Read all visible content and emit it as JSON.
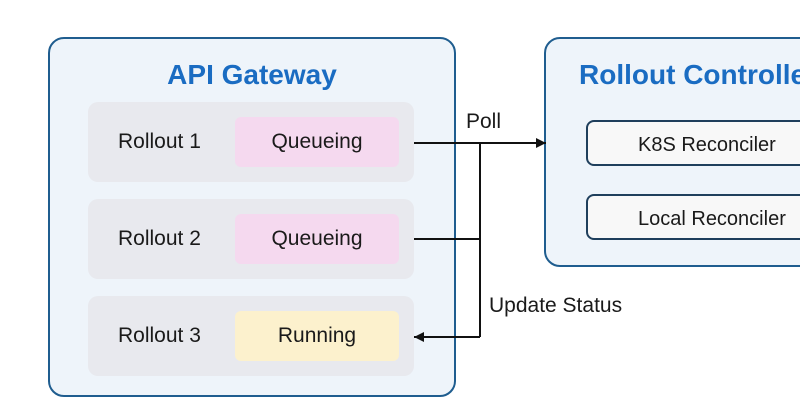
{
  "gateway": {
    "title": "API Gateway",
    "rollouts": [
      {
        "name": "Rollout 1",
        "state": "Queueing"
      },
      {
        "name": "Rollout 2",
        "state": "Queueing"
      },
      {
        "name": "Rollout 3",
        "state": "Running"
      }
    ]
  },
  "controller": {
    "title": "Rollout Controller",
    "reconcilers": [
      "K8S Reconciler",
      "Local Reconciler"
    ]
  },
  "edges": {
    "poll": "Poll",
    "update_status": "Update Status"
  },
  "colors": {
    "panel_border": "#1f5d8f",
    "panel_fill": "#eef4fa",
    "title": "#1a6cc2",
    "queueing": "#f5d9ef",
    "running": "#fcf1cd"
  }
}
